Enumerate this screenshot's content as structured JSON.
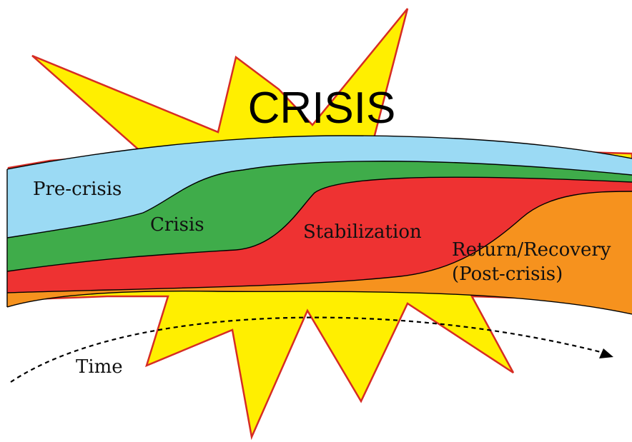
{
  "title": "CRISIS",
  "phases": [
    {
      "label": "Pre-crisis",
      "color": "#9bdaf4"
    },
    {
      "label": "Crisis",
      "color": "#3fac4a"
    },
    {
      "label": "Stabilization",
      "color": "#ee3232"
    },
    {
      "label_line1": "Return/Recovery",
      "label_line2": "(Post-crisis)",
      "color": "#f6921e"
    }
  ],
  "time_label": "Time",
  "colors": {
    "burst_fill": "#ffef00",
    "burst_stroke": "#d62c24",
    "outline": "#000000"
  },
  "icons": {
    "burst": "starburst",
    "time_arrow": "dashed-arrow"
  }
}
